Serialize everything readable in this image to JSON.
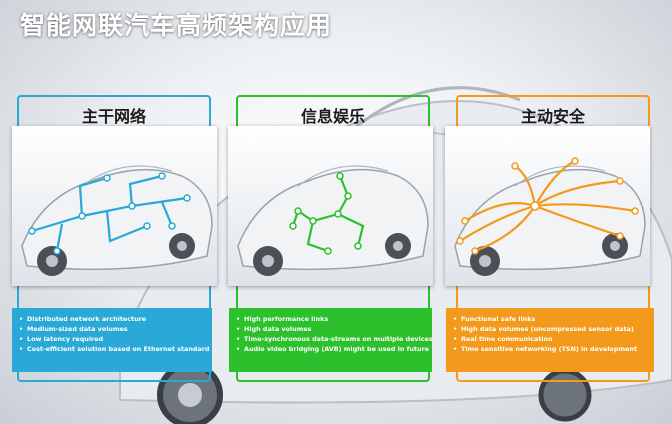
{
  "title": "智能网联汽车高频架构应用",
  "colors": {
    "backbone": "#2aa8d8",
    "infotainment": "#2cc12c",
    "safety": "#f39a1c"
  },
  "panels": [
    {
      "title": "主干网络",
      "features": [
        "Distributed network architecture",
        "Medium-sized data volumes",
        "Low latency required",
        "Cost-efficient solution based on Ethernet standard"
      ]
    },
    {
      "title": "信息娱乐",
      "features": [
        "High performance links",
        "High data volumes",
        "Time-synchronous data-streams on multiple devices",
        "Audio video bridging (AVB) might be used in future"
      ]
    },
    {
      "title": "主动安全",
      "features": [
        "Functional safe links",
        "High data volumes (uncompressed sensor data)",
        "Real time communication",
        "Time sensitive networking (TSN) in development"
      ]
    }
  ]
}
